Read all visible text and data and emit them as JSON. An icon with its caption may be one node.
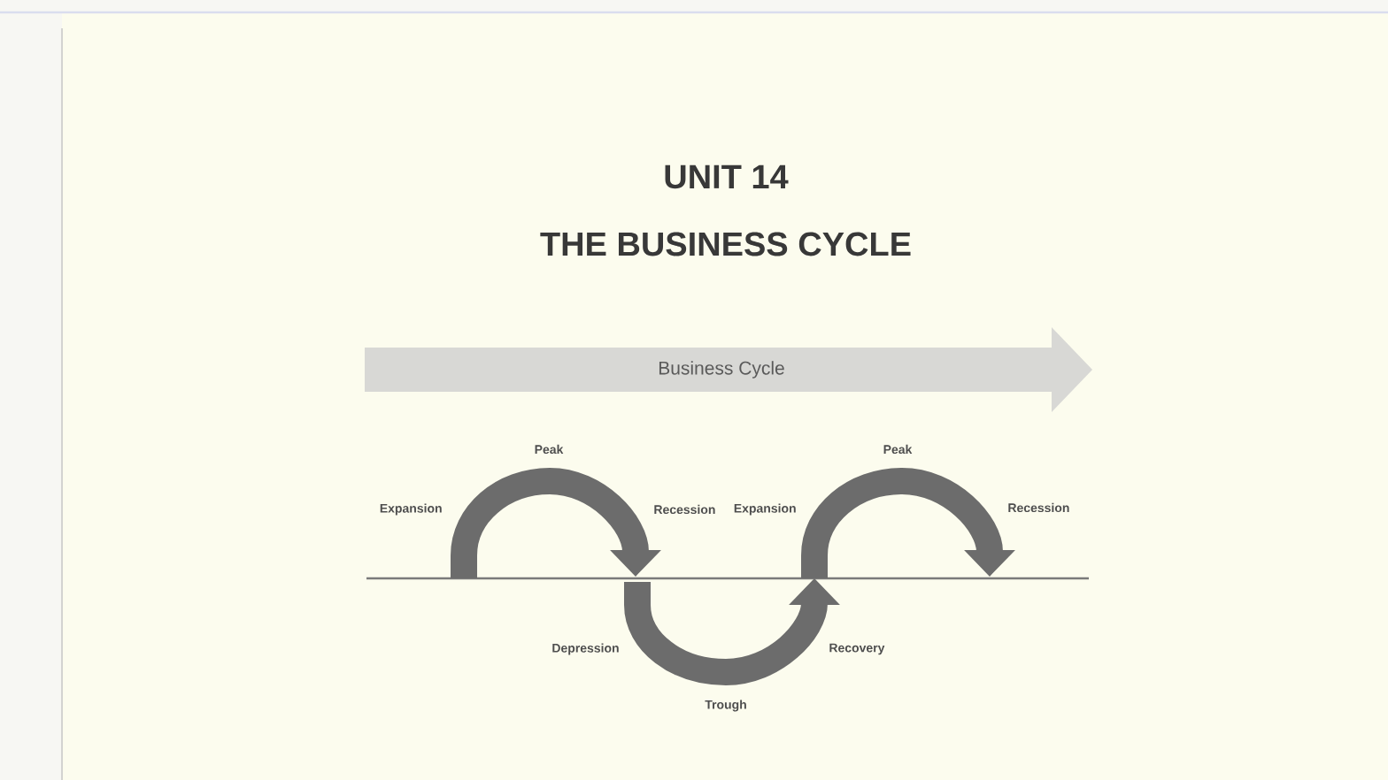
{
  "diagram": {
    "title": "THE BUSINESS CYCLE",
    "nodes": [
      {
        "text": [
          "Business Cycle"
        ]
      }
    ],
    "labels": [
      "UNIT 14",
      "Peak",
      "Peak",
      "Expansion",
      "Recession",
      "Expansion",
      "Recession",
      "Depression",
      "Recovery",
      "Trough"
    ]
  }
}
